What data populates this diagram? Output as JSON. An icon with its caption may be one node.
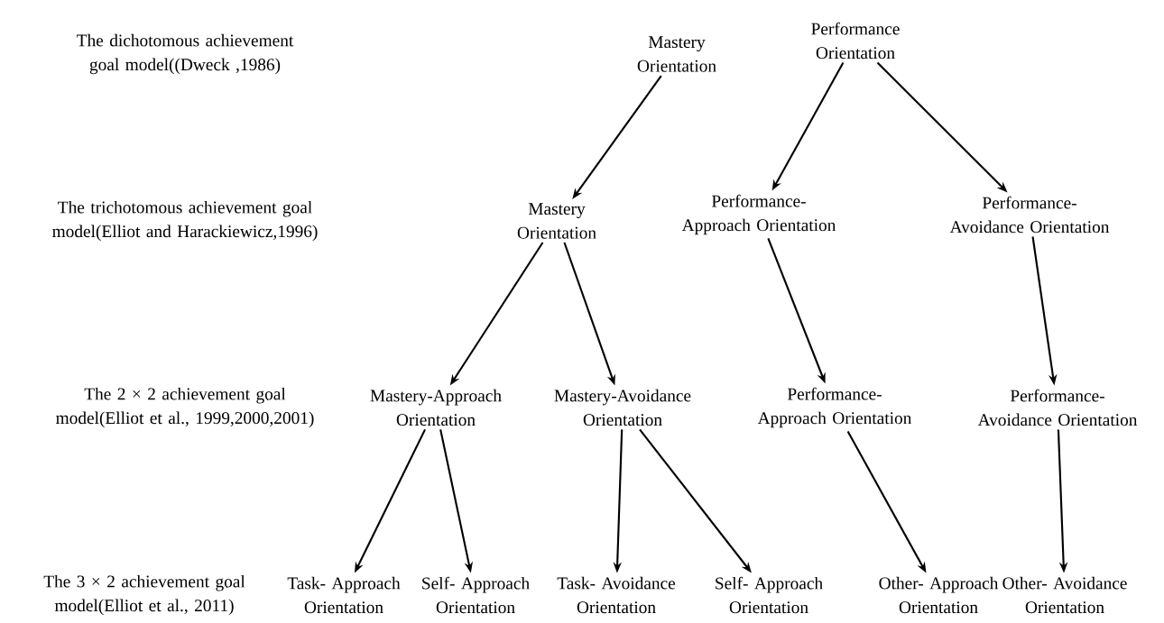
{
  "diagram": {
    "nodes": [
      {
        "text": [
          "Mastery Orientation"
        ]
      },
      {
        "text": [
          "Performance Orientation"
        ]
      },
      {
        "text": [
          "Mastery Orientation"
        ]
      },
      {
        "text": [
          "Performance-Approach Orientation"
        ]
      },
      {
        "text": [
          "Performance-Avoidance Orientation"
        ]
      },
      {
        "text": [
          "Mastery-Approach Orientation"
        ]
      },
      {
        "text": [
          "Mastery-Avoidance Orientation"
        ]
      },
      {
        "text": [
          "Performance-Approach Orientation"
        ]
      },
      {
        "text": [
          "Performance-Avoidance Orientation"
        ]
      },
      {
        "text": [
          "Task- Approach Orientation"
        ]
      },
      {
        "text": [
          "Self- Approach Orientation"
        ]
      },
      {
        "text": [
          "Task- Avoidance Orientation"
        ]
      },
      {
        "text": [
          "Self- Approach Orientation"
        ]
      },
      {
        "text": [
          "Other- Approach Orientation"
        ]
      },
      {
        "text": [
          "Other- Avoidance Orientation"
        ]
      }
    ],
    "edges": [
      {
        "from": 0,
        "to": 2,
        "arrow": "to"
      },
      {
        "from": 1,
        "to": 3,
        "arrow": "to"
      },
      {
        "from": 1,
        "to": 4,
        "arrow": "to"
      },
      {
        "from": 2,
        "to": 5,
        "arrow": "to"
      },
      {
        "from": 2,
        "to": 6,
        "arrow": "to"
      },
      {
        "from": 3,
        "to": 7,
        "arrow": "to"
      },
      {
        "from": 4,
        "to": 8,
        "arrow": "to"
      },
      {
        "from": 5,
        "to": 9,
        "arrow": "to"
      },
      {
        "from": 5,
        "to": 10,
        "arrow": "to"
      },
      {
        "from": 6,
        "to": 11,
        "arrow": "to"
      },
      {
        "from": 6,
        "to": 12,
        "arrow": "to"
      },
      {
        "from": 7,
        "to": 13,
        "arrow": "to"
      },
      {
        "from": 8,
        "to": 14,
        "arrow": "to"
      }
    ],
    "labels": [
      "The dichotomous achievement goal model((Dweck ,1986)",
      "The trichotomous achievement goal model(Elliot and Harackiewicz,1996)",
      "The 2 × 2 achievement goal model(Elliot et al., 1999,2000,2001)",
      "The 3 × 2 achievement goal model(Elliot et al., 2011)"
    ]
  }
}
